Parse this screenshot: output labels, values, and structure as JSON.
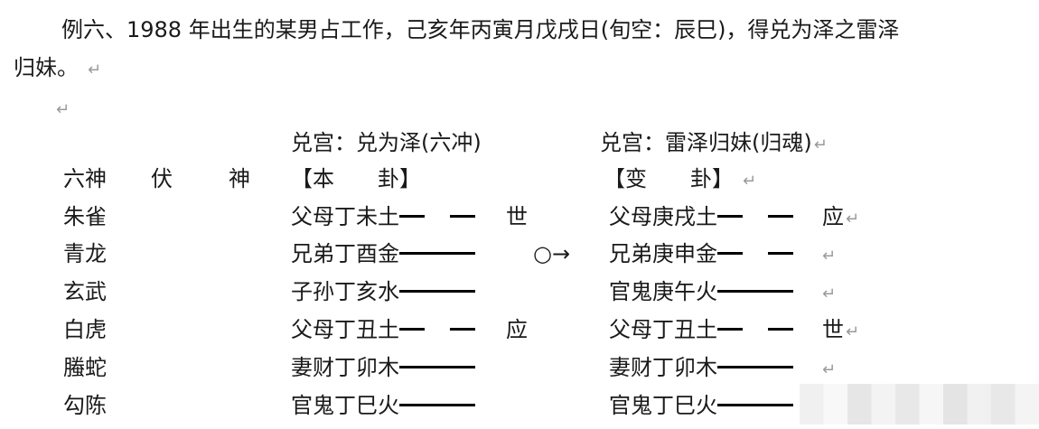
{
  "paragraph": {
    "line1": "例六、1988 年出生的某男占工作，己亥年丙寅月戊戌日(旬空：辰巳)，得兑为泽之雷泽",
    "line2": "归妹。",
    "return_mark": "↵"
  },
  "headers": {
    "left_palace": "兑宫：兑为泽(六冲)",
    "right_palace": "兑宫：雷泽归妹(归魂)",
    "col_liushen": "六神",
    "col_fushen_1": "伏",
    "col_fushen_2": "神",
    "col_bengua": "【本　　卦】",
    "col_biangua": "【变　　卦】"
  },
  "rows": [
    {
      "liushen": "朱雀",
      "ben": "父母丁未土",
      "ben_line": "yin",
      "ben_mark": "世",
      "bian": "父母庚戌土",
      "bian_line": "yin",
      "bian_mark": "应"
    },
    {
      "liushen": "青龙",
      "ben": "兄弟丁酉金",
      "ben_line": "yang",
      "ben_mark": "○→",
      "bian": "兄弟庚申金",
      "bian_line": "yin",
      "bian_mark": ""
    },
    {
      "liushen": "玄武",
      "ben": "子孙丁亥水",
      "ben_line": "yang",
      "ben_mark": "",
      "bian": "官鬼庚午火",
      "bian_line": "yang",
      "bian_mark": ""
    },
    {
      "liushen": "白虎",
      "ben": "父母丁丑土",
      "ben_line": "yin",
      "ben_mark": "应",
      "bian": "父母丁丑土",
      "bian_line": "yin",
      "bian_mark": "世"
    },
    {
      "liushen": "螣蛇",
      "ben": "妻财丁卯木",
      "ben_line": "yang",
      "ben_mark": "",
      "bian": "妻财丁卯木",
      "bian_line": "yang",
      "bian_mark": ""
    },
    {
      "liushen": "勾陈",
      "ben": "官鬼丁巳火",
      "ben_line": "yang",
      "ben_mark": "",
      "bian": "官鬼丁巳火",
      "bian_line": "yang",
      "bian_mark": ""
    }
  ]
}
